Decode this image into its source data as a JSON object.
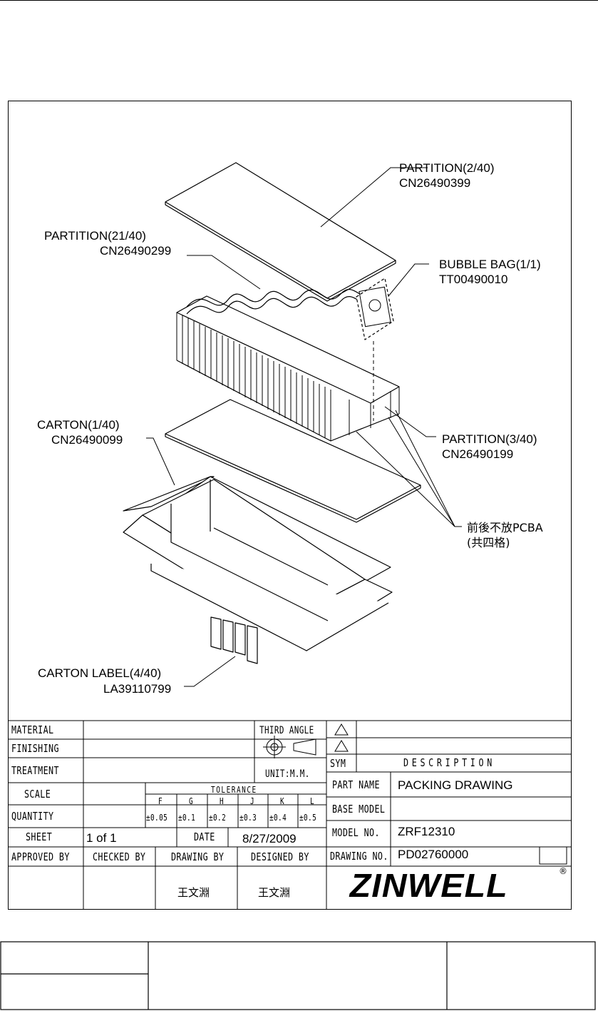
{
  "callouts": {
    "partition_top": {
      "name": "PARTITION(2/40)",
      "code": "CN26490399"
    },
    "partition_middle": {
      "name": "PARTITION(21/40)",
      "code": "CN26490299"
    },
    "bubble_bag": {
      "name": "BUBBLE BAG(1/1)",
      "code": "TT00490010"
    },
    "carton": {
      "name": "CARTON(1/40)",
      "code": "CN26490099"
    },
    "partition_bottom": {
      "name": "PARTITION(3/40)",
      "code": "CN26490199"
    },
    "note": {
      "line1": "前後不放PCBA",
      "line2": "(共四格)"
    },
    "carton_label": {
      "name": "CARTON LABEL(4/40)",
      "code": "LA39110799"
    }
  },
  "title_block": {
    "material_label": "MATERIAL",
    "finishing_label": "FINISHING",
    "treatment_label": "TREATMENT",
    "scale_label": "SCALE",
    "quantity_label": "QUANTITY",
    "sheet_label": "SHEET",
    "sheet_value": "1 of 1",
    "date_label": "DATE",
    "date_value": "8/27/2009",
    "third_angle": "THIRD ANGLE",
    "unit": "UNIT:M.M.",
    "tolerance_label": "TOLERANCE",
    "tolerance_cols": [
      "F",
      "G",
      "H",
      "J",
      "K",
      "L"
    ],
    "tolerance_vals": [
      "±0.05",
      "±0.1",
      "±0.2",
      "±0.3",
      "±0.4",
      "±0.5"
    ],
    "approved_by": "APPROVED BY",
    "checked_by": "CHECKED BY",
    "drawing_by": "DRAWING BY",
    "designed_by": "DESIGNED BY",
    "drawing_by_name": "王文淵",
    "designed_by_name": "王文淵",
    "sym": "SYM",
    "description": "DESCRIPTION",
    "part_name_label": "PART NAME",
    "part_name_value": "PACKING DRAWING",
    "base_model_label": "BASE MODEL",
    "base_model_value": "",
    "model_no_label": "MODEL NO.",
    "model_no_value": "ZRF12310",
    "drawing_no_label": "DRAWING NO.",
    "drawing_no_value": "PD02760000",
    "brand": "ZINWELL",
    "registered": "®"
  }
}
